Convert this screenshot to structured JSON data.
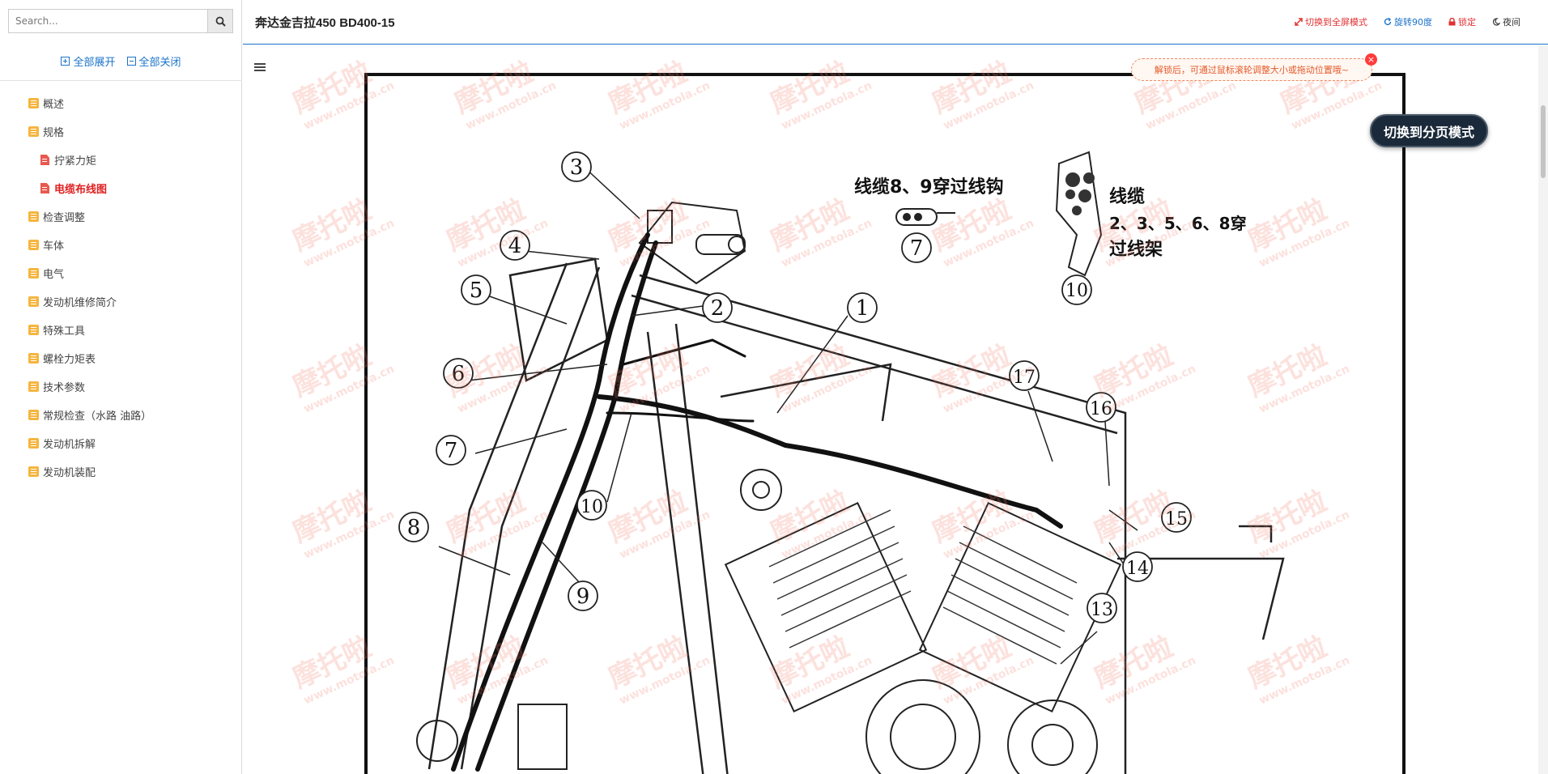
{
  "search": {
    "placeholder": "Search..."
  },
  "sidebar": {
    "expand_all": "全部展开",
    "collapse_all": "全部关闭",
    "items": [
      {
        "label": "概述",
        "level": 1,
        "icon": "folder-doc-icon"
      },
      {
        "label": "规格",
        "level": 1,
        "icon": "folder-doc-icon"
      },
      {
        "label": "拧紧力矩",
        "level": 2,
        "icon": "file-doc-icon"
      },
      {
        "label": "电缆布线图",
        "level": 2,
        "icon": "file-doc-icon",
        "active": true
      },
      {
        "label": "检查调整",
        "level": 1,
        "icon": "folder-doc-icon"
      },
      {
        "label": "车体",
        "level": 1,
        "icon": "folder-doc-icon"
      },
      {
        "label": "电气",
        "level": 1,
        "icon": "folder-doc-icon"
      },
      {
        "label": "发动机维修简介",
        "level": 1,
        "icon": "folder-doc-icon"
      },
      {
        "label": "特殊工具",
        "level": 1,
        "icon": "folder-doc-icon"
      },
      {
        "label": "螺栓力矩表",
        "level": 1,
        "icon": "folder-doc-icon"
      },
      {
        "label": "技术参数",
        "level": 1,
        "icon": "folder-doc-icon"
      },
      {
        "label": "常规检查（水路 油路）",
        "level": 1,
        "icon": "folder-doc-icon"
      },
      {
        "label": "发动机拆解",
        "level": 1,
        "icon": "folder-doc-icon"
      },
      {
        "label": "发动机装配",
        "level": 1,
        "icon": "folder-doc-icon"
      }
    ]
  },
  "header": {
    "title": "奔达金吉拉450 BD400-15",
    "fullscreen": "切换到全屏模式",
    "rotate": "旋转90度",
    "lock": "锁定",
    "night": "夜间"
  },
  "tip": {
    "text": "解锁后，可通过鼠标滚轮调整大小或拖动位置哦~",
    "close": "×"
  },
  "page_mode_button": "切换到分页模式",
  "diagram": {
    "note_hook": "线缆8、9穿过线钩",
    "note_bracket_1": "线缆",
    "note_bracket_2": "2、3、5、6、8穿",
    "note_bracket_3": "过线架",
    "callouts": [
      "1",
      "2",
      "3",
      "4",
      "5",
      "6",
      "7",
      "8",
      "9",
      "10",
      "13",
      "14",
      "15",
      "16",
      "17"
    ],
    "detail_labels": [
      "7",
      "10"
    ],
    "watermark_main": "摩托啦",
    "watermark_url": "www.motola.cn"
  },
  "colors": {
    "accent": "#1a73c9",
    "active": "#e02020",
    "folder": "#f5b53f",
    "doc": "#e85a4f"
  }
}
